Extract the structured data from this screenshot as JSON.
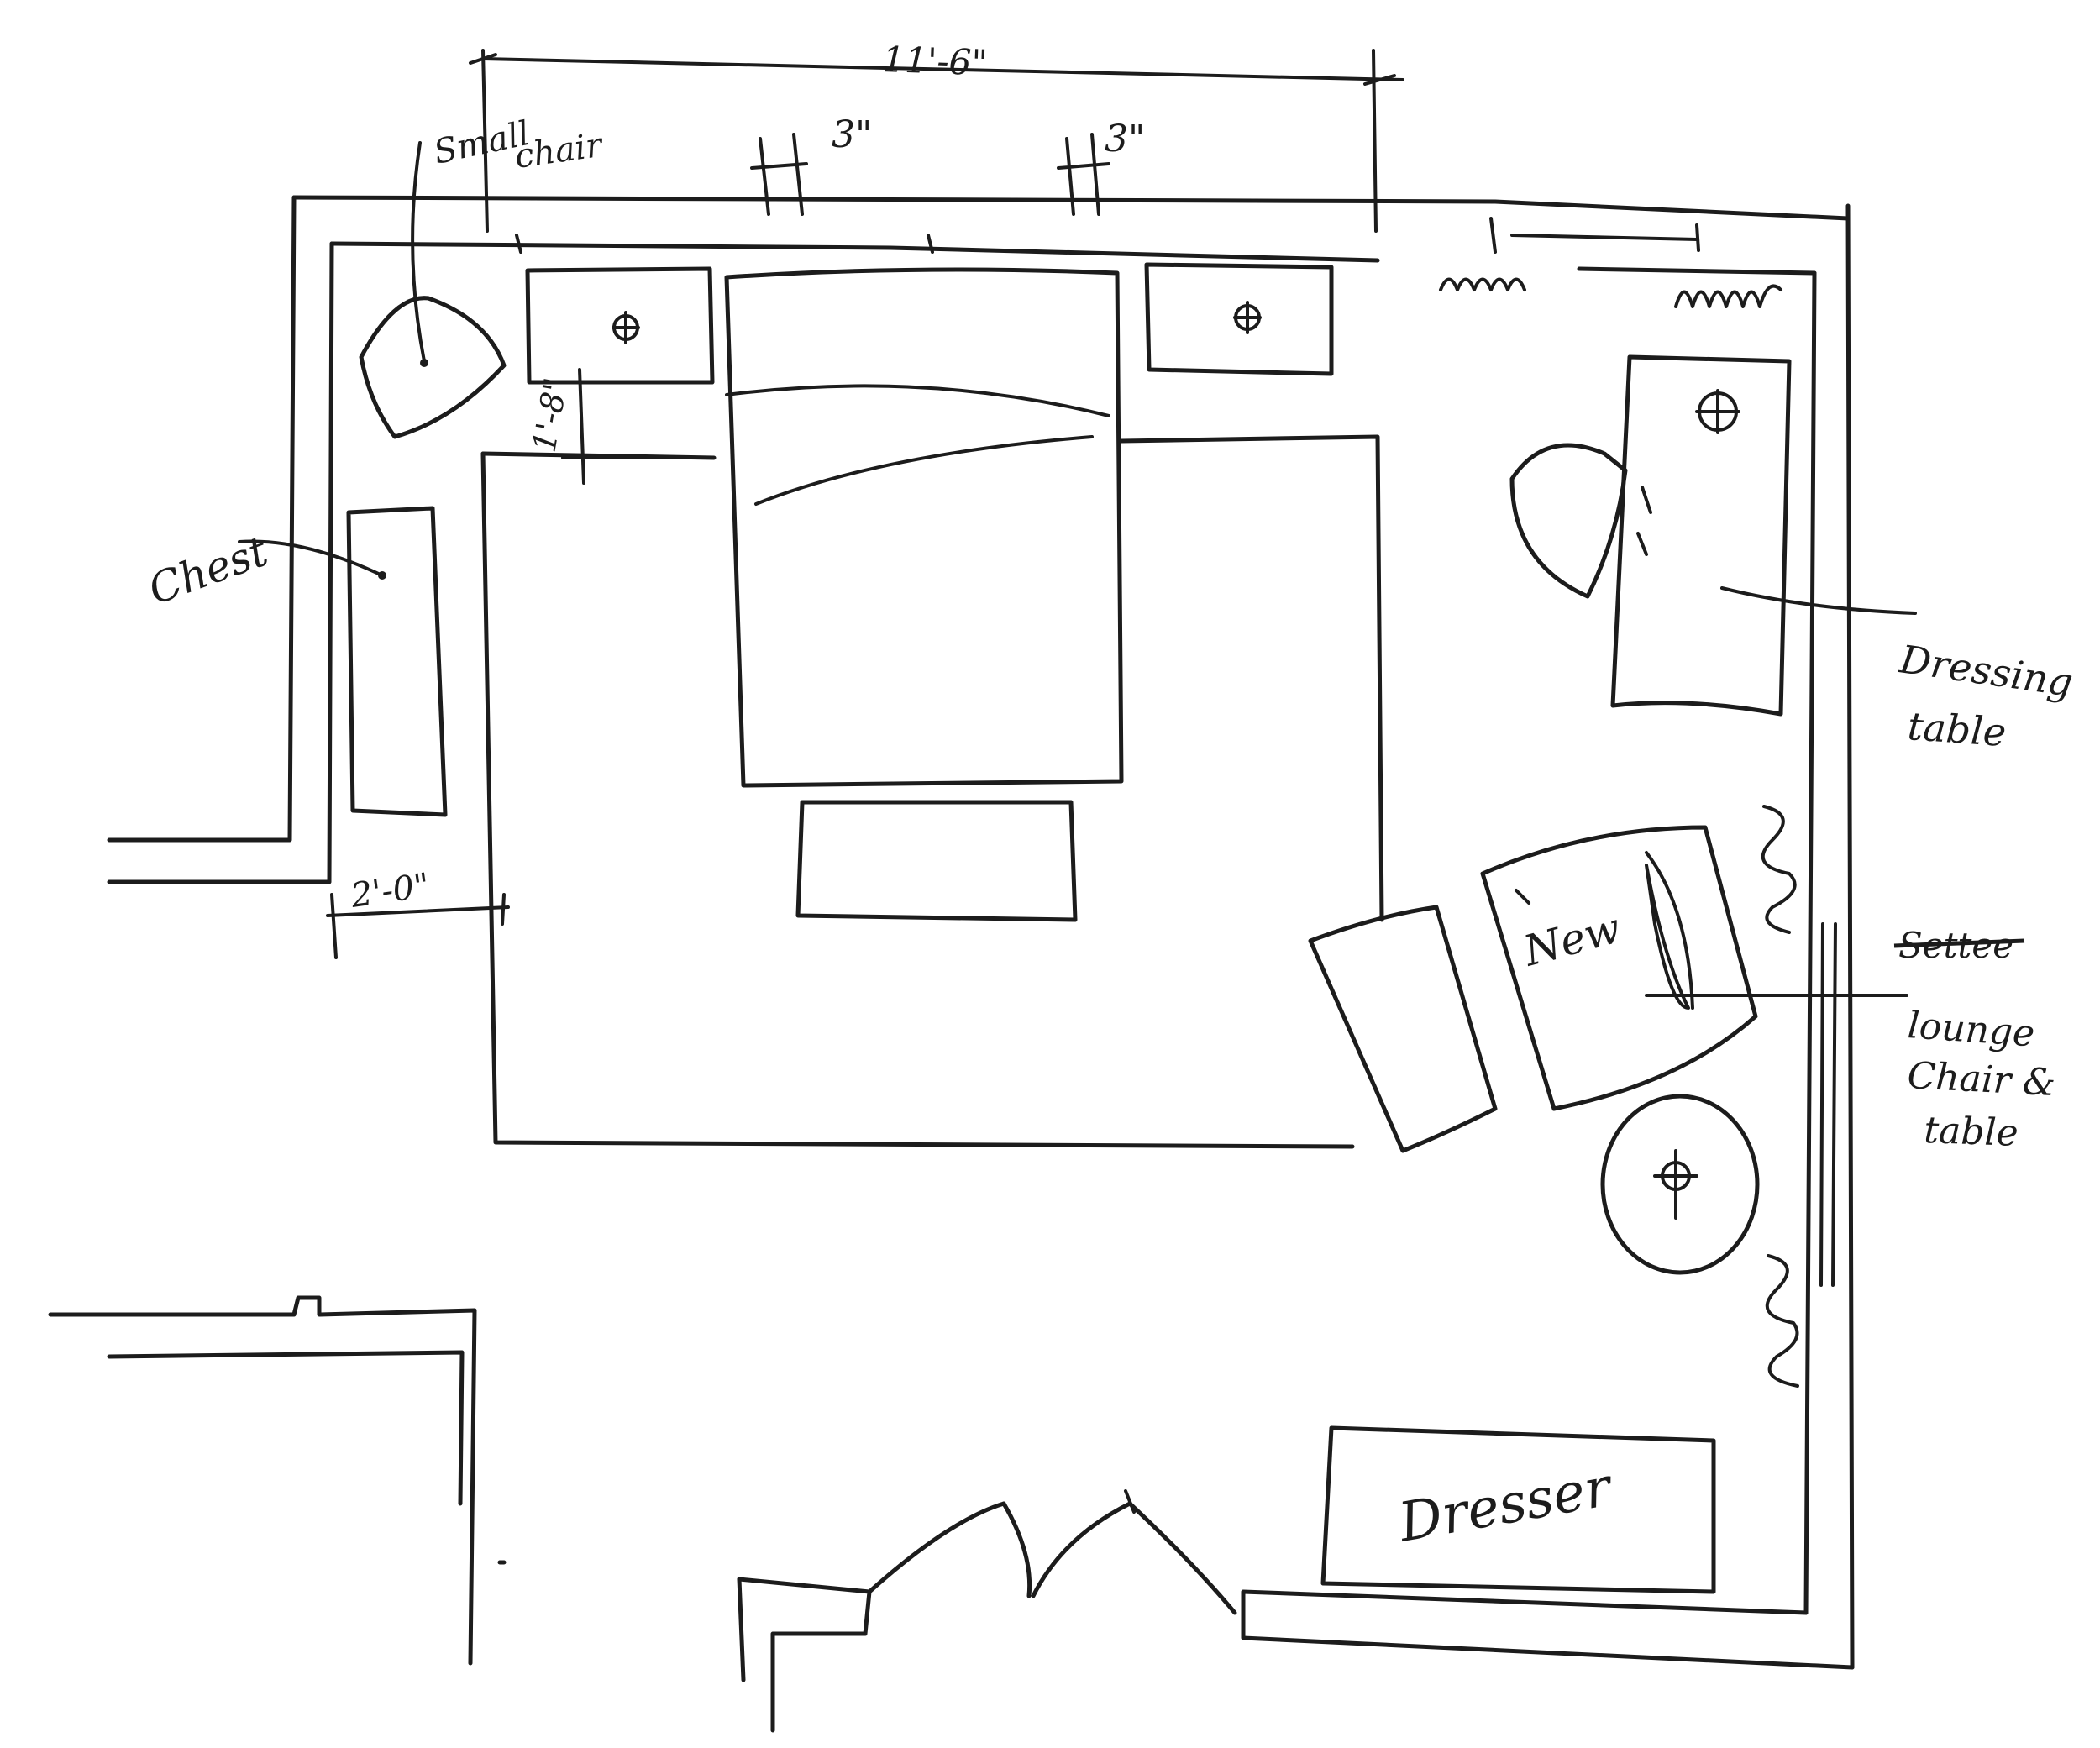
{
  "dimensions": {
    "overall_width": "11'-6\"",
    "nightstand_gap_left": "3\"",
    "nightstand_gap_right": "3\"",
    "nightstand_depth": "1'-8\"",
    "chest_clearance": "2'-0\""
  },
  "labels": {
    "small_chair": [
      "Small",
      "chair"
    ],
    "chest": "Chest",
    "dressing_table": [
      "Dressing",
      "table"
    ],
    "new": "New",
    "settee_struck": "Settee",
    "lounge_chair": [
      "lounge",
      "Chair &",
      "table"
    ],
    "dresser": "Dresser"
  },
  "colors": {
    "ink": "#1c1c1c",
    "paper": "#ffffff"
  }
}
